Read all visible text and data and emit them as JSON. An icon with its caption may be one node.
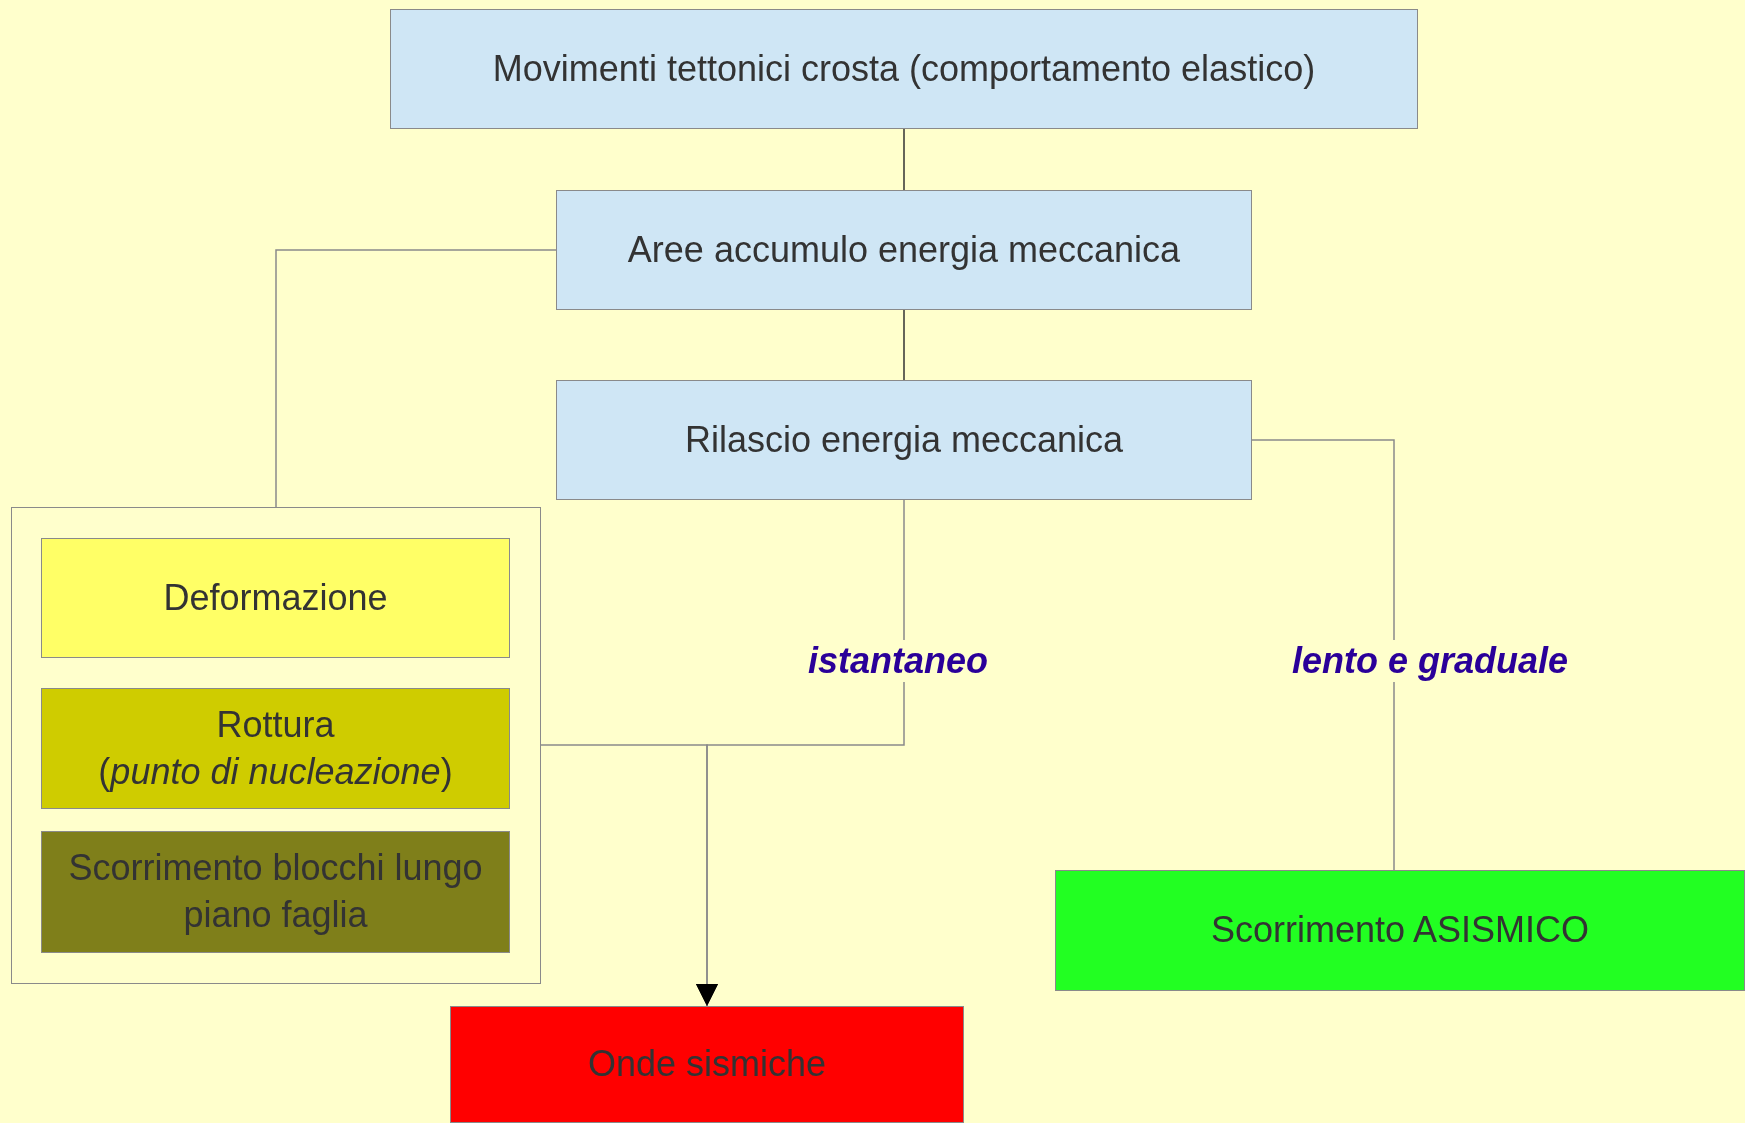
{
  "diagram": {
    "nodes": [
      {
        "text": [
          "Movimenti tettonici crosta (comportamento elastico)"
        ]
      },
      {
        "text": [
          "Aree accumulo energia meccanica"
        ]
      },
      {
        "text": [
          "Rilascio energia meccanica"
        ]
      },
      {
        "text": [],
        "shape": "box"
      },
      {
        "text": [
          "Deformazione"
        ],
        "in": 3
      },
      {
        "text": [
          "Rottura",
          "(*punto di nucleazione*)"
        ],
        "in": 3
      },
      {
        "text": [
          "Scorrimento blocchi lungo piano faglia"
        ],
        "in": 3
      },
      {
        "text": [
          "Onde sismiche"
        ]
      },
      {
        "text": [
          "Scorrimento ASISMICO"
        ]
      }
    ],
    "edges": [
      {
        "from": 0,
        "to": 1,
        "arrow": "none",
        "color": "#333333"
      },
      {
        "from": 1,
        "to": 2,
        "arrow": "none",
        "color": "#333333"
      },
      {
        "from": 1,
        "to": 3,
        "arrow": "none"
      },
      {
        "from": 2,
        "to": 7,
        "arrow": "to",
        "label": "istantaneo"
      },
      {
        "from": 3,
        "to": 7,
        "arrow": "to"
      },
      {
        "from": 2,
        "to": 8,
        "arrow": "none",
        "label": "lento e graduale"
      }
    ]
  }
}
